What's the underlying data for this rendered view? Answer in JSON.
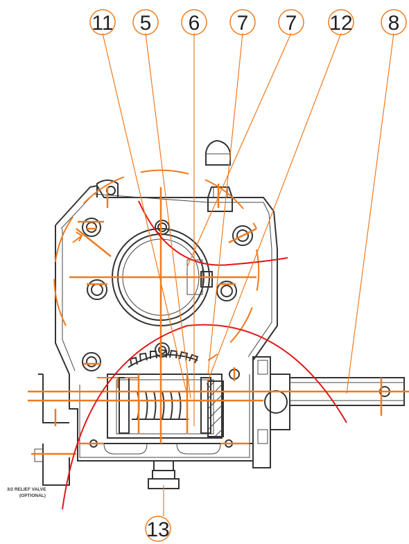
{
  "callouts": [
    {
      "id": "11",
      "label": "11"
    },
    {
      "id": "5",
      "label": "5"
    },
    {
      "id": "6",
      "label": "6"
    },
    {
      "id": "7a",
      "label": "7"
    },
    {
      "id": "7b",
      "label": "7"
    },
    {
      "id": "12",
      "label": "12"
    },
    {
      "id": "8",
      "label": "8"
    },
    {
      "id": "13",
      "label": "13"
    }
  ],
  "relief_note": {
    "line1": "3/2 RELIEF VALVE",
    "line2": "(OPTIONAL)"
  },
  "colors": {
    "leader": "#f07a1e",
    "centerline": "#f07a1e",
    "outline": "#333333",
    "arc": "#e01818"
  }
}
